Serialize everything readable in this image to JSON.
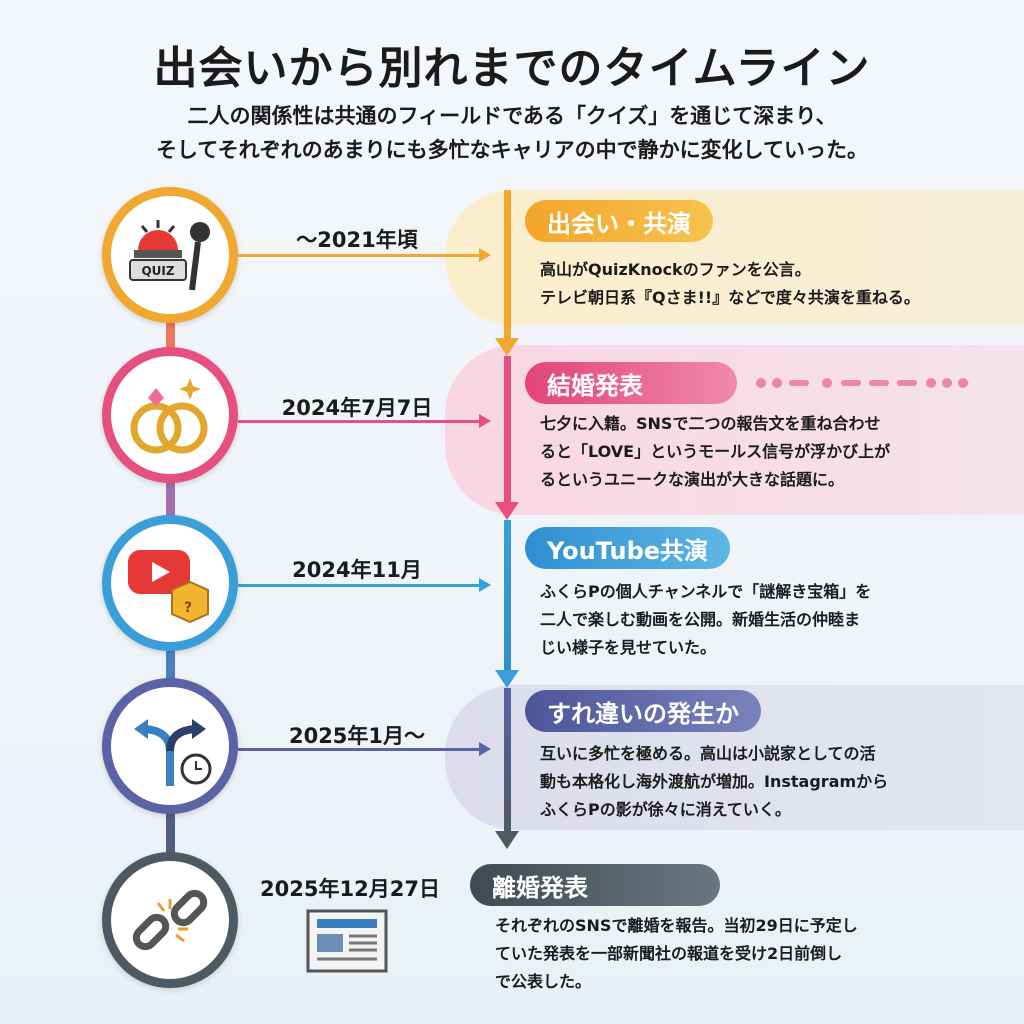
{
  "title": "出会いから別れまでのタイムライン",
  "subtitle": [
    "二人の関係性は共通のフィールドである「クイズ」を通じて深まり、",
    "そしてそれぞれのあまりにも多忙なキャリアの中で静かに変化していった。"
  ],
  "events": [
    {
      "date": "〜2021年頃",
      "title": "出会い・共演",
      "icon": "quiz-buzzer-microphone-icon",
      "color": "#f0a830",
      "lines": [
        "高山がQuizKnockのファンを公言。",
        "テレビ朝日系『Qさま!!』などで度々共演を重ねる。"
      ],
      "icon_text": "QUIZ"
    },
    {
      "date": "2024年7月7日",
      "title": "結婚発表",
      "icon": "wedding-rings-icon",
      "color": "#e5507f",
      "lines": [
        "七夕に入籍。SNSで二つの報告文を重ね合わせ",
        "ると「LOVE」というモールス信号が浮かび上が",
        "るというユニークな演出が大きな話題に。"
      ]
    },
    {
      "date": "2024年11月",
      "title": "YouTube共演",
      "icon": "youtube-puzzle-box-icon",
      "color": "#3a9ed8",
      "lines": [
        "ふくらPの個人チャンネルで「謎解き宝箱」を",
        "二人で楽しむ動画を公開。新婚生活の仲睦ま",
        "じい様子を見せていた。"
      ]
    },
    {
      "date": "2025年1月〜",
      "title": "すれ違いの発生か",
      "icon": "diverging-arrows-clock-icon",
      "color": "#5b63a6",
      "lines": [
        "互いに多忙を極める。高山は小説家としての活",
        "動も本格化し海外渡航が増加。Instagramから",
        "ふくらPの影が徐々に消えていく。"
      ]
    },
    {
      "date": "2025年12月27日",
      "title": "離婚発表",
      "icon": "broken-chain-icon",
      "color": "#4d5963",
      "lines": [
        "それぞれのSNSで離婚を報告。当初29日に予定し",
        "ていた発表を一部新聞社の報道を受け2日前倒し",
        "で公表した。"
      ]
    }
  ]
}
